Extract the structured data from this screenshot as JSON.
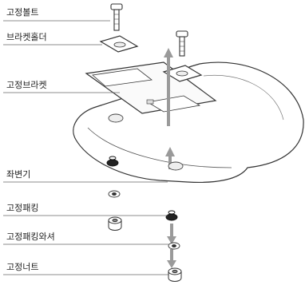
{
  "labels": {
    "fixing_bolt": "고정볼트",
    "bracket_holder": "브라켓홀더",
    "fixing_bracket": "고정브라켓",
    "seat": "좌변기",
    "fixing_packing": "고정패킹",
    "fixing_packing_washer": "고정패킹와셔",
    "fixing_nut": "고정너트"
  },
  "colors": {
    "line": "#333333",
    "arrow": "#9a9a9a",
    "text": "#222222"
  },
  "icons": [
    "up-arrow-icon",
    "down-arrow-icon"
  ]
}
